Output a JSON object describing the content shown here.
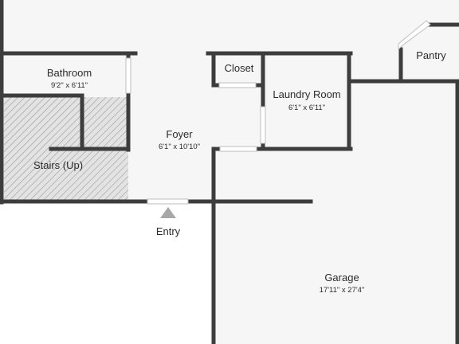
{
  "rooms": {
    "bathroom": {
      "name": "Bathroom",
      "dims": "9'2\" x 6'11\""
    },
    "stairs": {
      "name": "Stairs (Up)"
    },
    "foyer": {
      "name": "Foyer",
      "dims": "6'1\" x 10'10\""
    },
    "closet": {
      "name": "Closet"
    },
    "laundry": {
      "name": "Laundry Room",
      "dims": "6'1\" x 6'11\""
    },
    "pantry": {
      "name": "Pantry"
    },
    "garage": {
      "name": "Garage",
      "dims": "17'11\" x 27'4\""
    }
  },
  "entry": {
    "label": "Entry"
  },
  "colors": {
    "floor": "#f6f6f6",
    "wall": "#3d3d3d",
    "hatch": "#9a9a9a",
    "text": "#2b2b2b",
    "entry_marker": "#a7a7a7"
  }
}
